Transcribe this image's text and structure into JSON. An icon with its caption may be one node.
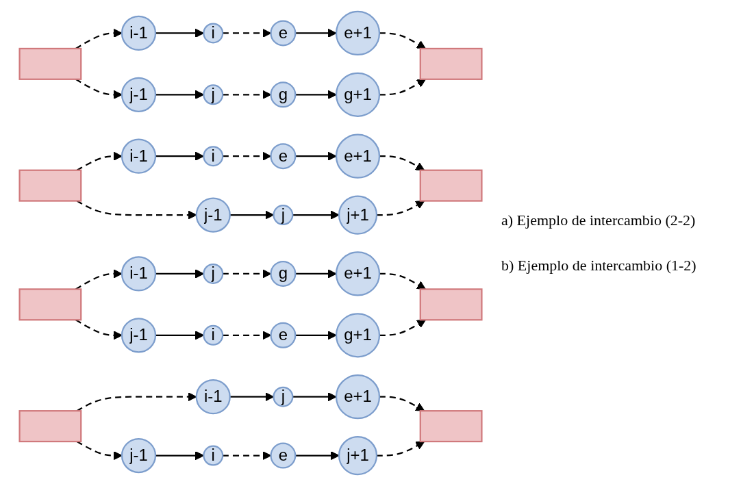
{
  "diagram": {
    "nodes": [
      {
        "text": [],
        "shape": "box"
      },
      {
        "text": [
          "i-1"
        ]
      },
      {
        "text": [
          "j"
        ]
      },
      {
        "text": [
          "g"
        ]
      },
      {
        "text": [
          "e+1"
        ]
      },
      {
        "text": [
          "i"
        ]
      },
      {
        "text": [
          "e"
        ]
      },
      {
        "text": [
          "j-1"
        ]
      },
      {
        "text": [
          "g+1"
        ]
      },
      {
        "text": [],
        "shape": "box"
      },
      {
        "text": [],
        "shape": "box"
      },
      {
        "text": [
          "i-1"
        ]
      },
      {
        "text": [
          "j"
        ]
      },
      {
        "text": [
          "e+1"
        ]
      },
      {
        "text": [
          "i"
        ]
      },
      {
        "text": [
          "e"
        ]
      },
      {
        "text": [
          "j-1"
        ]
      },
      {
        "text": [
          "j+1"
        ]
      },
      {
        "text": [],
        "shape": "box"
      },
      {
        "text": [],
        "shape": "box"
      },
      {
        "text": [
          "i-1"
        ]
      },
      {
        "text": [
          "j"
        ]
      },
      {
        "text": [
          "g"
        ]
      },
      {
        "text": [
          "e+1"
        ]
      },
      {
        "text": [
          "i"
        ]
      },
      {
        "text": [
          "e"
        ]
      },
      {
        "text": [
          "j-1"
        ]
      },
      {
        "text": [
          "g+1"
        ]
      },
      {
        "text": [],
        "shape": "box"
      },
      {
        "text": [],
        "shape": "box"
      },
      {
        "text": [
          "i-1"
        ]
      },
      {
        "text": [
          "j"
        ]
      },
      {
        "text": [
          "e+1"
        ]
      },
      {
        "text": [
          "i"
        ]
      },
      {
        "text": [
          "e"
        ]
      },
      {
        "text": [
          "j-1"
        ]
      },
      {
        "text": [
          "j+1"
        ]
      },
      {
        "text": [],
        "shape": "box"
      }
    ],
    "edges": [
      {
        "from": 0,
        "to": 1,
        "arrow": "to",
        "style": "dashed"
      },
      {
        "from": 0,
        "to": 7,
        "arrow": "to",
        "style": "dashed"
      },
      {
        "from": 1,
        "to": 5,
        "arrow": "to"
      },
      {
        "from": 7,
        "to": 2,
        "arrow": "to"
      },
      {
        "from": 2,
        "to": 3,
        "arrow": "to",
        "style": "dashed"
      },
      {
        "from": 5,
        "to": 6,
        "arrow": "to",
        "style": "dashed"
      },
      {
        "from": 3,
        "to": 8,
        "arrow": "to"
      },
      {
        "from": 6,
        "to": 4,
        "arrow": "to"
      },
      {
        "from": 4,
        "to": 9,
        "arrow": "to",
        "style": "dashed"
      },
      {
        "from": 8,
        "to": 9,
        "arrow": "to",
        "style": "dashed"
      },
      {
        "from": 10,
        "to": 11,
        "arrow": "to",
        "style": "dashed"
      },
      {
        "from": 10,
        "to": 16,
        "arrow": "to",
        "style": "dashed"
      },
      {
        "from": 11,
        "to": 14,
        "arrow": "to"
      },
      {
        "from": 16,
        "to": 12,
        "arrow": "to"
      },
      {
        "from": 12,
        "to": 17,
        "arrow": "to"
      },
      {
        "from": 14,
        "to": 15,
        "arrow": "to",
        "style": "dashed"
      },
      {
        "from": 15,
        "to": 13,
        "arrow": "to"
      },
      {
        "from": 13,
        "to": 18,
        "arrow": "to",
        "style": "dashed"
      },
      {
        "from": 17,
        "to": 18,
        "arrow": "to",
        "style": "dashed"
      },
      {
        "from": 19,
        "to": 20,
        "arrow": "to",
        "style": "dashed"
      },
      {
        "from": 19,
        "to": 26,
        "arrow": "to",
        "style": "dashed"
      },
      {
        "from": 20,
        "to": 21,
        "arrow": "to"
      },
      {
        "from": 21,
        "to": 22,
        "arrow": "to",
        "style": "dashed"
      },
      {
        "from": 22,
        "to": 23,
        "arrow": "to"
      },
      {
        "from": 23,
        "to": 28,
        "arrow": "to",
        "style": "dashed"
      },
      {
        "from": 26,
        "to": 24,
        "arrow": "to"
      },
      {
        "from": 24,
        "to": 25,
        "arrow": "to",
        "style": "dashed"
      },
      {
        "from": 25,
        "to": 27,
        "arrow": "to"
      },
      {
        "from": 27,
        "to": 28,
        "arrow": "to",
        "style": "dashed"
      },
      {
        "from": 29,
        "to": 30,
        "arrow": "to",
        "style": "dashed"
      },
      {
        "from": 29,
        "to": 35,
        "arrow": "to",
        "style": "dashed"
      },
      {
        "from": 30,
        "to": 31,
        "arrow": "to"
      },
      {
        "from": 31,
        "to": 32,
        "arrow": "to"
      },
      {
        "from": 32,
        "to": 37,
        "arrow": "to",
        "style": "dashed"
      },
      {
        "from": 35,
        "to": 33,
        "arrow": "to"
      },
      {
        "from": 33,
        "to": 34,
        "arrow": "to",
        "style": "dashed"
      },
      {
        "from": 34,
        "to": 36,
        "arrow": "to"
      },
      {
        "from": 36,
        "to": 37,
        "arrow": "to",
        "style": "dashed"
      }
    ],
    "labels": [
      "a) Ejemplo de intercambio (2-2)",
      "b) Ejemplo de intercambio (1-2)"
    ]
  }
}
